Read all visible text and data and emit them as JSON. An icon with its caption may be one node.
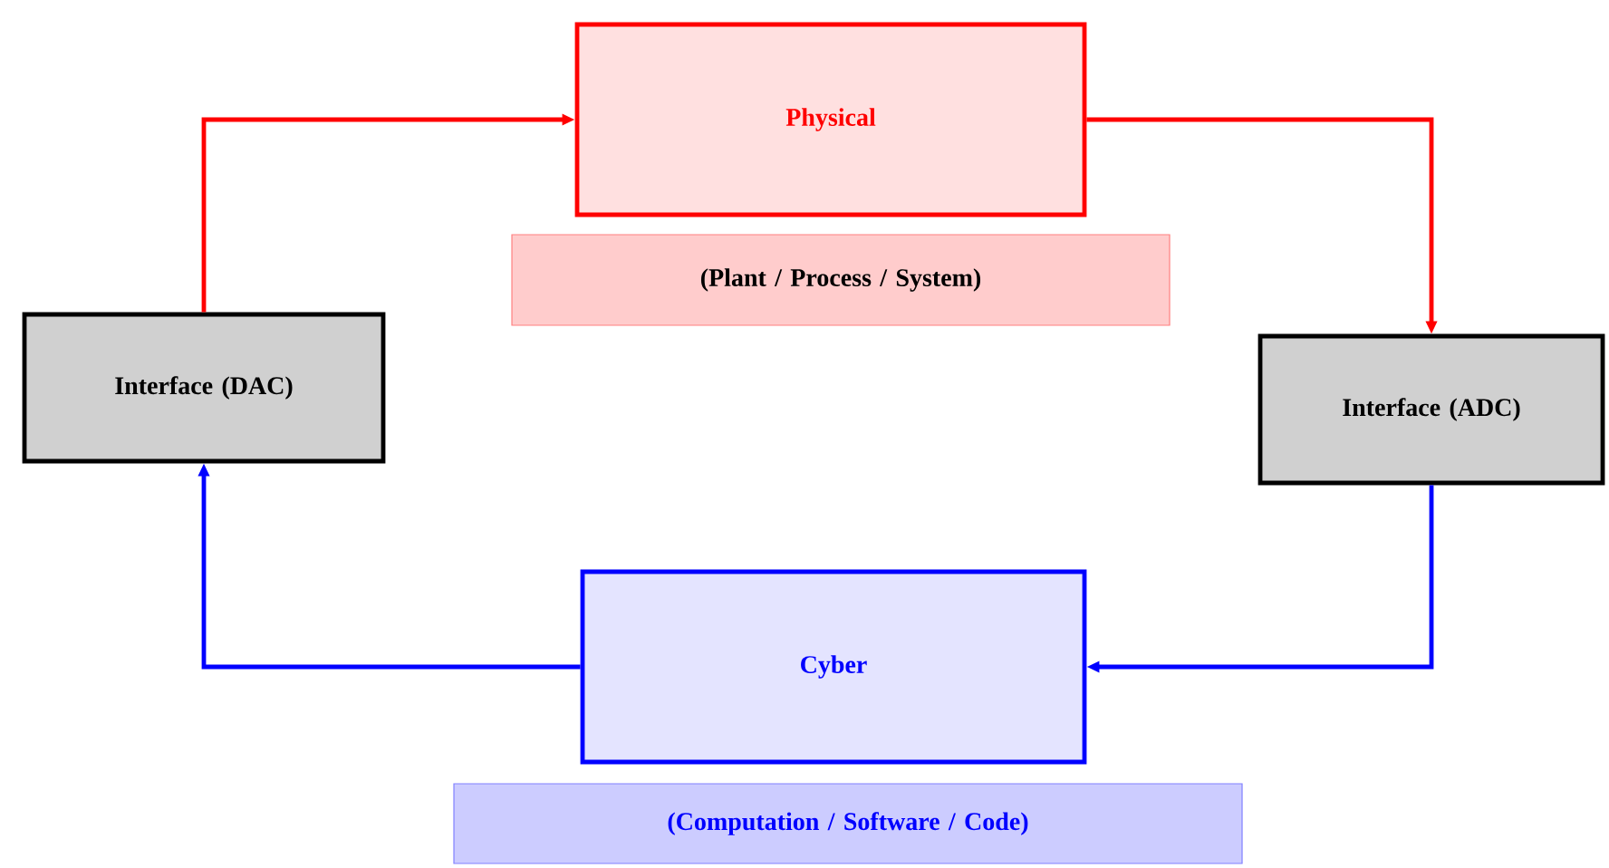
{
  "diagram": {
    "nodes": [
      {
        "text": [
          "Physical"
        ]
      },
      {
        "text": [
          "(Plant / Process / System)"
        ]
      },
      {
        "text": [
          "Interface (DAC)"
        ]
      },
      {
        "text": [
          "Interface (ADC)"
        ]
      },
      {
        "text": [
          "Cyber"
        ]
      },
      {
        "text": [
          "(Computation / Software / Code)"
        ]
      }
    ],
    "edges": [
      {
        "from": 2,
        "to": 0,
        "arrow": "to",
        "color": "#ff0000"
      },
      {
        "from": 0,
        "to": 3,
        "arrow": "to",
        "color": "#ff0000"
      },
      {
        "from": 3,
        "to": 4,
        "arrow": "to",
        "color": "#0000ff"
      },
      {
        "from": 4,
        "to": 2,
        "arrow": "to",
        "color": "#0000ff"
      }
    ]
  }
}
